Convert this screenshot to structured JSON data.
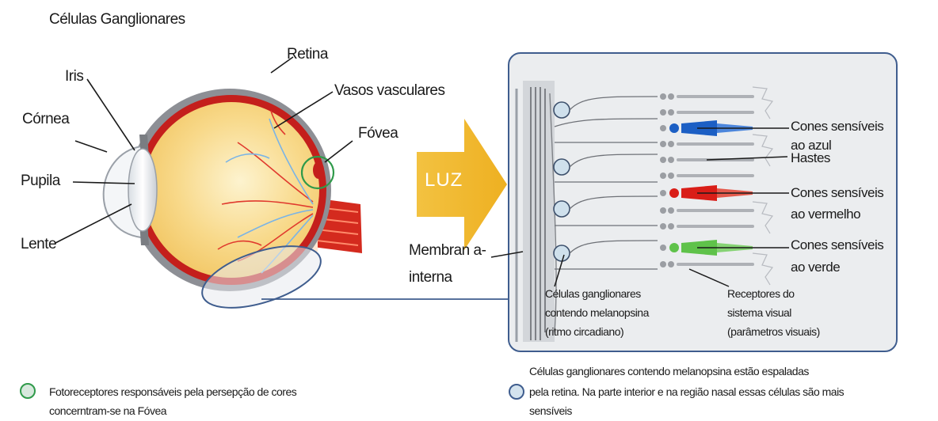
{
  "title": "Células Ganglionares",
  "eye_labels": {
    "iris": "Iris",
    "cornea": "Córnea",
    "pupila": "Pupila",
    "lente": "Lente",
    "retina": "Retina",
    "vasos": "Vasos vasculares",
    "fovea": "Fóvea"
  },
  "arrow_label": "LUZ",
  "membrana": [
    "Membran a-",
    "interna"
  ],
  "cones_azul": [
    "Cones sensíveis",
    "ao azul"
  ],
  "hastes": "Hastes",
  "cones_vermelho": [
    "Cones sensíveis",
    "ao vermelho"
  ],
  "cones_verde": [
    "Cones sensíveis",
    "ao verde"
  ],
  "ganglion_caption": [
    "Células ganglionares",
    "contendo melanopsina",
    "(ritmo circadiano)"
  ],
  "receptor_caption": [
    "Receptores do",
    "sistema visual",
    "(parâmetros visuais)"
  ],
  "legend_left": [
    "Fotoreceptores  responsáveis pela persepção de cores",
    "concerntram-se na Fóvea"
  ],
  "legend_right": [
    "Células ganglionares contendo melanopsina estão espaladas",
    "pela retina. Na parte interior e na região nasal essas células são mais",
    "sensíveis"
  ],
  "colors": {
    "blue_cone": "#1c5fc4",
    "red_cone": "#d91e18",
    "green_cone": "#5fc24a",
    "arrow": "#f0b92a",
    "box_border": "#3f5d8e"
  }
}
